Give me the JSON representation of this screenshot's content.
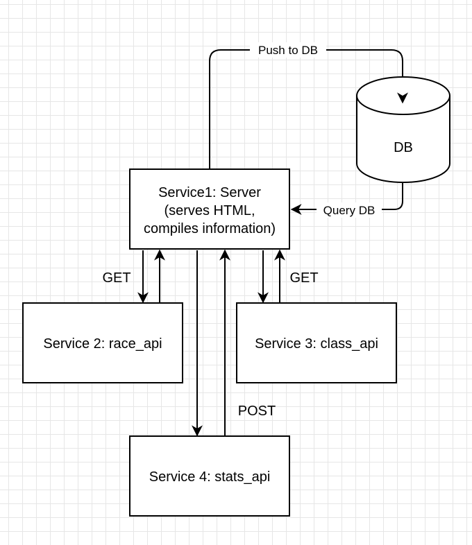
{
  "nodes": {
    "server": {
      "line1": "Service1: Server",
      "line2": "(serves HTML,",
      "line3": "compiles information)"
    },
    "db": {
      "label": "DB"
    },
    "race_api": {
      "label": "Service 2: race_api"
    },
    "class_api": {
      "label": "Service 3: class_api"
    },
    "stats_api": {
      "label": "Service 4: stats_api"
    }
  },
  "edges": {
    "push_to_db": "Push to DB",
    "query_db": "Query DB",
    "race_get": "GET",
    "class_get": "GET",
    "stats_post": "POST"
  }
}
